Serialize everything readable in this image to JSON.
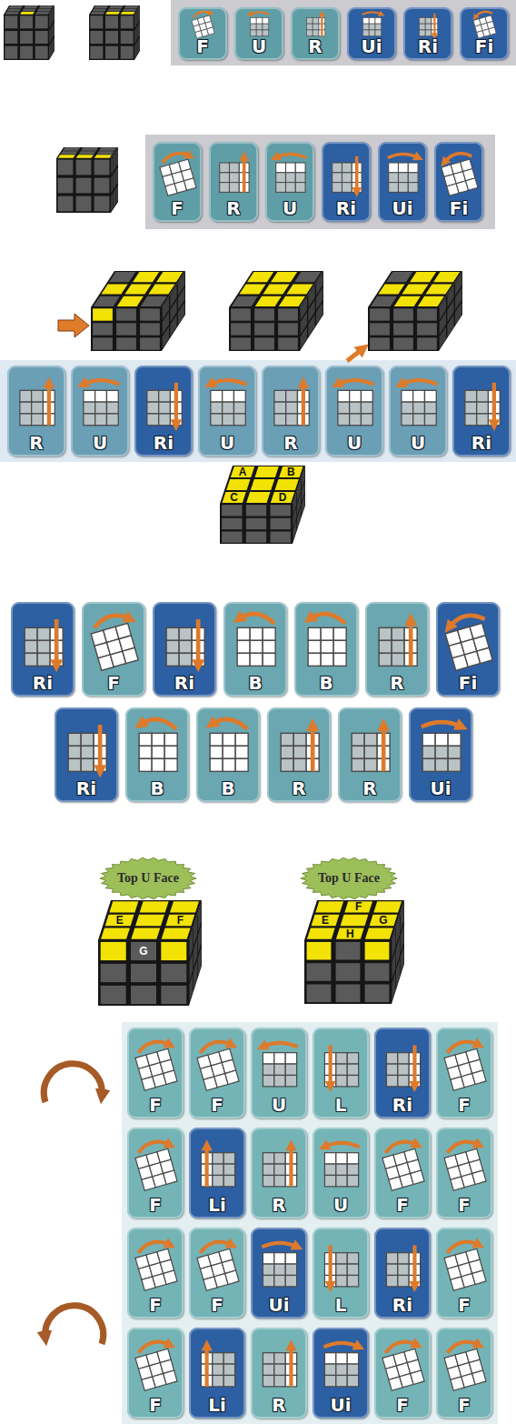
{
  "diagram": {
    "nodes": [
      {
        "text": [
          "F"
        ]
      },
      {
        "text": [
          "U"
        ]
      },
      {
        "text": [
          "R"
        ]
      },
      {
        "text": [
          "Ui"
        ]
      },
      {
        "text": [
          "Ri"
        ]
      },
      {
        "text": [
          "Fi"
        ]
      },
      {
        "text": [
          "F"
        ]
      },
      {
        "text": [
          "R"
        ]
      },
      {
        "text": [
          "U"
        ]
      },
      {
        "text": [
          "Ri"
        ]
      },
      {
        "text": [
          "Ui"
        ]
      },
      {
        "text": [
          "Fi"
        ]
      },
      {
        "text": [
          "R"
        ]
      },
      {
        "text": [
          "U"
        ]
      },
      {
        "text": [
          "Ri"
        ]
      },
      {
        "text": [
          "U"
        ]
      },
      {
        "text": [
          "R"
        ]
      },
      {
        "text": [
          "U"
        ]
      },
      {
        "text": [
          "U"
        ]
      },
      {
        "text": [
          "Ri"
        ]
      },
      {
        "text": [
          "Ri"
        ]
      },
      {
        "text": [
          "F"
        ]
      },
      {
        "text": [
          "Ri"
        ]
      },
      {
        "text": [
          "B"
        ]
      },
      {
        "text": [
          "B"
        ]
      },
      {
        "text": [
          "R"
        ]
      },
      {
        "text": [
          "Fi"
        ]
      },
      {
        "text": [
          "Ri"
        ]
      },
      {
        "text": [
          "B"
        ]
      },
      {
        "text": [
          "B"
        ]
      },
      {
        "text": [
          "R"
        ]
      },
      {
        "text": [
          "R"
        ]
      },
      {
        "text": [
          "Ui"
        ]
      },
      {
        "text": [
          "Top U Face"
        ]
      },
      {
        "text": [
          "Top U Face"
        ]
      },
      {
        "text": [
          "F"
        ]
      },
      {
        "text": [
          "F"
        ]
      },
      {
        "text": [
          "U"
        ]
      },
      {
        "text": [
          "L"
        ]
      },
      {
        "text": [
          "Ri"
        ]
      },
      {
        "text": [
          "F"
        ]
      },
      {
        "text": [
          "F"
        ]
      },
      {
        "text": [
          "Li"
        ]
      },
      {
        "text": [
          "R"
        ]
      },
      {
        "text": [
          "U"
        ]
      },
      {
        "text": [
          "F"
        ]
      },
      {
        "text": [
          "F"
        ]
      },
      {
        "text": [
          "F"
        ]
      },
      {
        "text": [
          "F"
        ]
      },
      {
        "text": [
          "Ui"
        ]
      },
      {
        "text": [
          "L"
        ]
      },
      {
        "text": [
          "Ri"
        ]
      },
      {
        "text": [
          "F"
        ]
      },
      {
        "text": [
          "F"
        ]
      },
      {
        "text": [
          "Li"
        ]
      },
      {
        "text": [
          "R"
        ]
      },
      {
        "text": [
          "Ui"
        ]
      },
      {
        "text": [
          "F"
        ]
      },
      {
        "text": [
          "F"
        ]
      }
    ],
    "labels": [
      "A",
      "B",
      "C",
      "D",
      "E",
      "G",
      "F",
      "F",
      "E",
      "G",
      "H"
    ]
  }
}
